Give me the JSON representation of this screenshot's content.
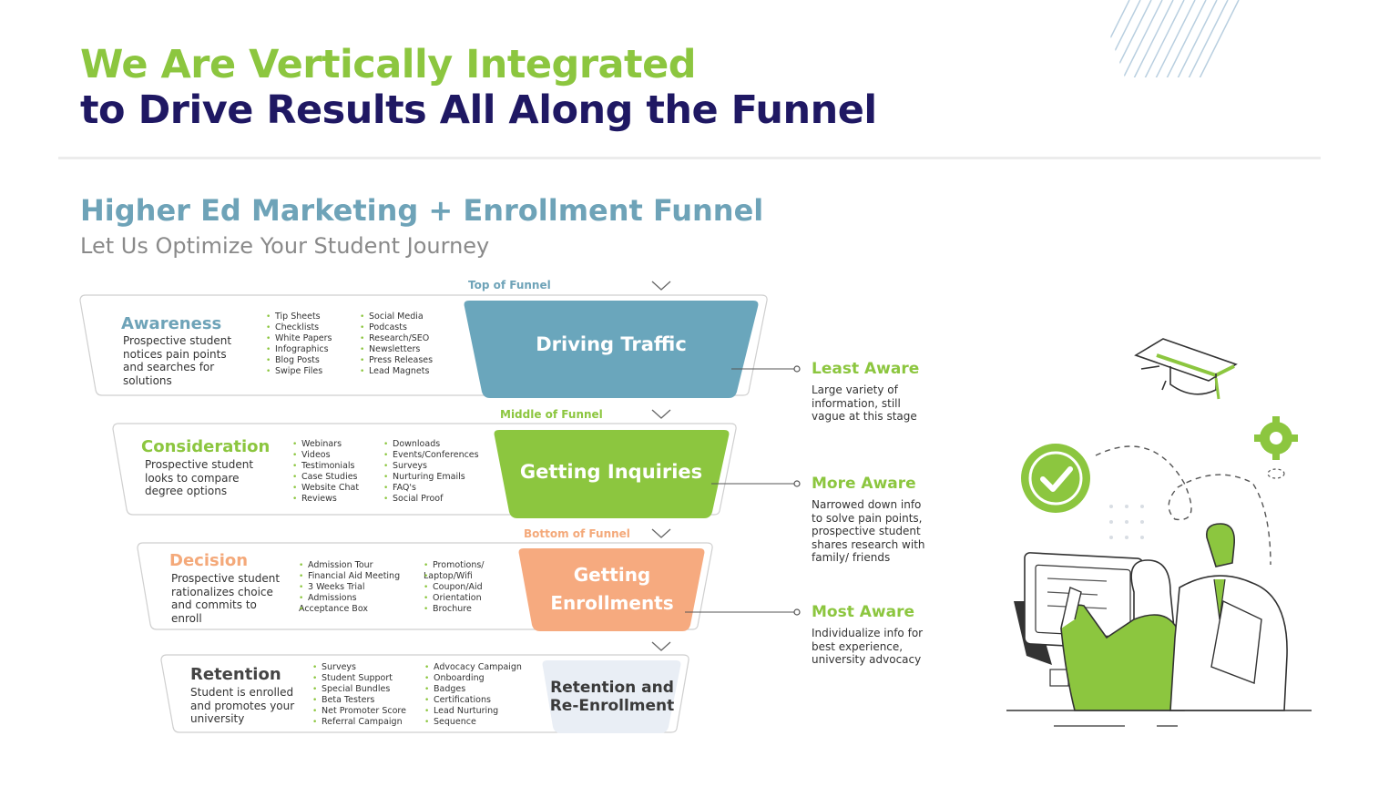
{
  "header": {
    "title_line1": "We Are Vertically Integrated",
    "title_line2": "to Drive Results All Along the Funnel"
  },
  "section": {
    "title": "Higher Ed Marketing + Enrollment Funnel",
    "tagline": "Let Us Optimize Your Student Journey"
  },
  "funnel_labels": {
    "top": "Top of Funnel",
    "middle": "Middle of Funnel",
    "bottom": "Bottom of Funnel"
  },
  "stages": [
    {
      "title": "Awareness",
      "title_color": "#6ea3b8",
      "description": "Prospective student notices pain points and searches for solutions",
      "list1": [
        "Tip Sheets",
        "Checklists",
        "White Papers",
        "Infographics",
        "Blog Posts",
        "Swipe Files"
      ],
      "list2": [
        "Social Media",
        "Podcasts",
        "Research/SEO",
        "Newsletters",
        "Press Releases",
        "Lead Magnets"
      ],
      "segment": "Driving Traffic",
      "segment_color": "#6aa6bc"
    },
    {
      "title": "Consideration",
      "title_color": "#8cc63f",
      "description": "Prospective student looks to compare degree options",
      "list1": [
        "Webinars",
        "Videos",
        "Testimonials",
        "Case Studies",
        "Website Chat",
        "Reviews"
      ],
      "list2": [
        "Downloads",
        "Events/Conferences",
        "Surveys",
        "Nurturing Emails",
        "FAQ's",
        "Social Proof"
      ],
      "segment": "Getting Inquiries",
      "segment_color": "#8cc63f"
    },
    {
      "title": "Decision",
      "title_color": "#f4a97a",
      "description": "Prospective student rationalizes choice and commits to enroll",
      "list1": [
        "Admission Tour",
        "Financial Aid Meeting",
        "3 Weeks Trial",
        "Admissions",
        "Acceptance Box"
      ],
      "list2": [
        "Promotions/",
        "Laptop/Wifi",
        "Coupon/Aid",
        "Orientation",
        "Brochure"
      ],
      "segment_line1": "Getting",
      "segment_line2": "Enrollments",
      "segment_color": "#f6aa7f"
    },
    {
      "title": "Retention",
      "title_color": "#444444",
      "description": "Student is enrolled and promotes your university",
      "list1": [
        "Surveys",
        "Student Support",
        "Special Bundles",
        "Beta Testers",
        "Net Promoter Score",
        "Referral Campaign"
      ],
      "list2": [
        "Advocacy Campaign",
        "Onboarding",
        "Badges",
        "Certifications",
        "Lead Nurturing",
        "Sequence"
      ],
      "segment_line1": "Retention and",
      "segment_line2": "Re-Enrollment",
      "segment_color": "#e9eef5"
    }
  ],
  "awareness_levels": [
    {
      "title": "Least Aware",
      "description": "Large variety of information, still vague at this stage"
    },
    {
      "title": "More Aware",
      "description": "Narrowed down info to solve pain points, prospective student shares research with family/ friends"
    },
    {
      "title": "Most Aware",
      "description": "Individualize info for best experience, university advocacy"
    }
  ],
  "colors": {
    "green": "#8cc63f",
    "navy": "#1f1863",
    "teal": "#6ea3b8",
    "peach": "#f6aa7f"
  },
  "icons": [
    "graduation-cap-icon",
    "checkmark-badge-icon",
    "gear-icon",
    "chevron-down-icon"
  ]
}
